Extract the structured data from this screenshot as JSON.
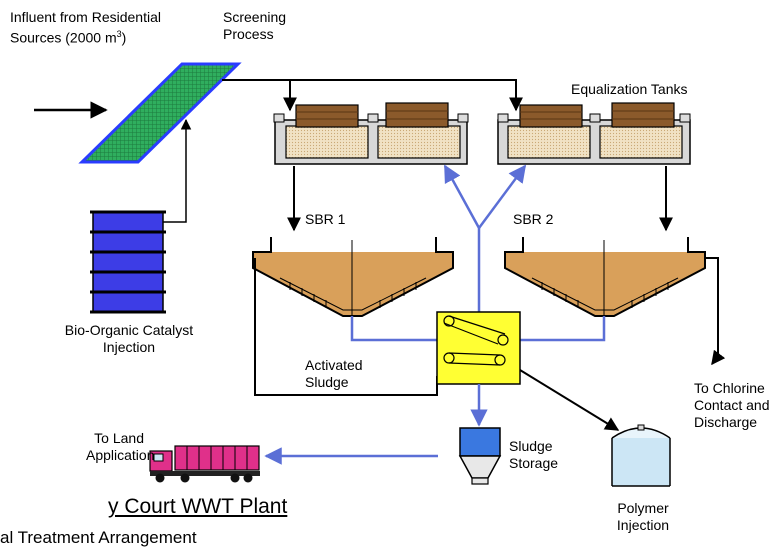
{
  "labels": {
    "influent_line1": "Influent from Residential",
    "influent_line2_prefix": "Sources (2000 m",
    "influent_sup": "3",
    "influent_line2_suffix": ")",
    "screening_line1": "Screening",
    "screening_line2": "Process",
    "equalization": "Equalization Tanks",
    "sbr1": "SBR 1",
    "sbr2": "SBR 2",
    "catalyst_line1": "Bio-Organic Catalyst",
    "catalyst_line2": "Injection",
    "activated_line1": "Activated",
    "activated_line2": "Sludge",
    "chlorine_line1": "To Chlorine",
    "chlorine_line2": "Contact and",
    "chlorine_line3": "Discharge",
    "land_line1": "To Land",
    "land_line2": "Application",
    "sludge_storage_line1": "Sludge",
    "sludge_storage_line2": "Storage",
    "polymer_line1": "Polymer",
    "polymer_line2": "Injection"
  },
  "title": "y Court WWT Plant",
  "subtitle": "al Treatment Arrangement",
  "colors": {
    "screen_green": "#22a85a",
    "screen_border": "#2a3cff",
    "catalyst_blue": "#3d3de6",
    "tank_tan": "#ecdcbc",
    "tank_wood": "#8b5a2b",
    "sbr_orange": "#d9a05a",
    "press_yellow": "#ffff33",
    "blue_line": "#5b6fd6",
    "polymer_fill": "#cce6f5",
    "truck_pink": "#e0308a"
  }
}
